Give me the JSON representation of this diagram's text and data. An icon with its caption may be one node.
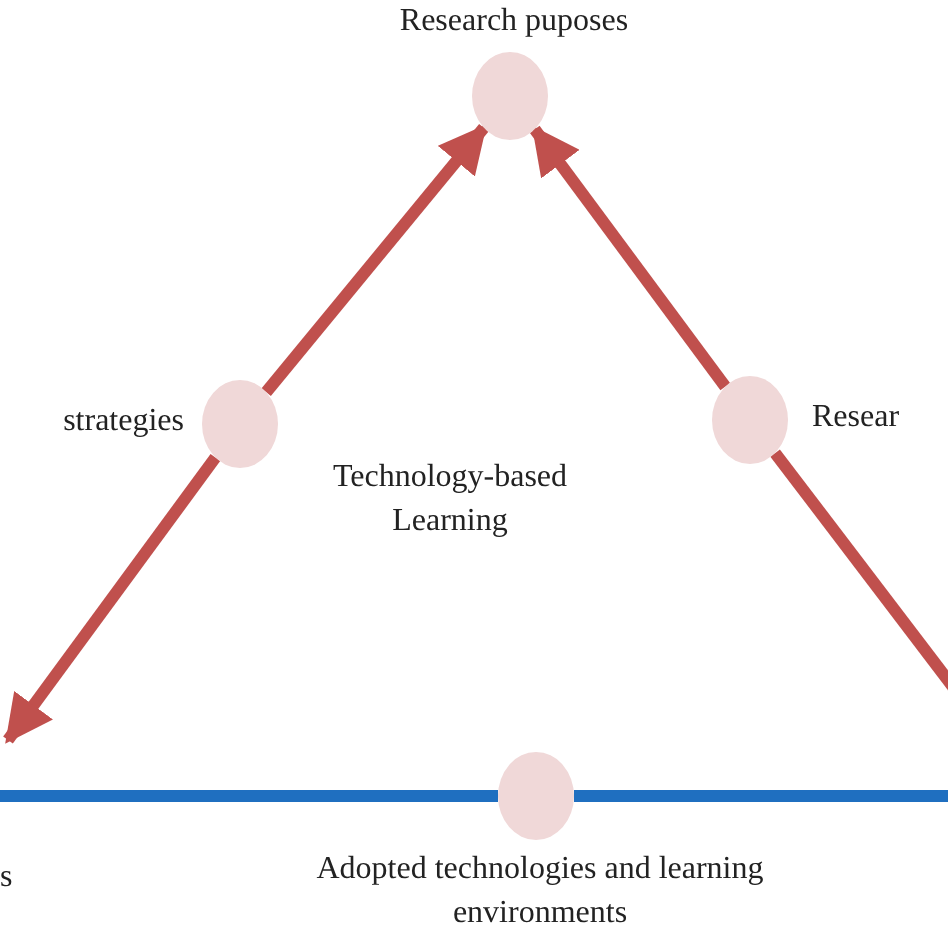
{
  "diagram": {
    "nodes": [
      {
        "text": [],
        "shape": "circle",
        "beside": [
          "Research puposes"
        ]
      },
      {
        "text": [],
        "shape": "circle",
        "beside": [
          "strategies"
        ]
      },
      {
        "text": [],
        "shape": "circle",
        "beside": [
          "Resear"
        ]
      },
      {
        "text": [],
        "shape": "circle",
        "beside": [
          "Adopted technologies and learning environments"
        ]
      }
    ],
    "edges": [
      {
        "from": 1,
        "to": 0,
        "arrow": "to"
      },
      {
        "from": 1,
        "to": null,
        "arrow": "to"
      },
      {
        "from": null,
        "to": 2,
        "arrow": "none"
      },
      {
        "from": 2,
        "to": 0,
        "arrow": "to"
      },
      {
        "from": null,
        "to": 3,
        "arrow": "none",
        "color": "#1f6fc0"
      },
      {
        "from": 3,
        "to": null,
        "arrow": "none",
        "color": "#1f6fc0"
      }
    ],
    "labels": [
      "Technology-based Learning",
      "s"
    ]
  }
}
